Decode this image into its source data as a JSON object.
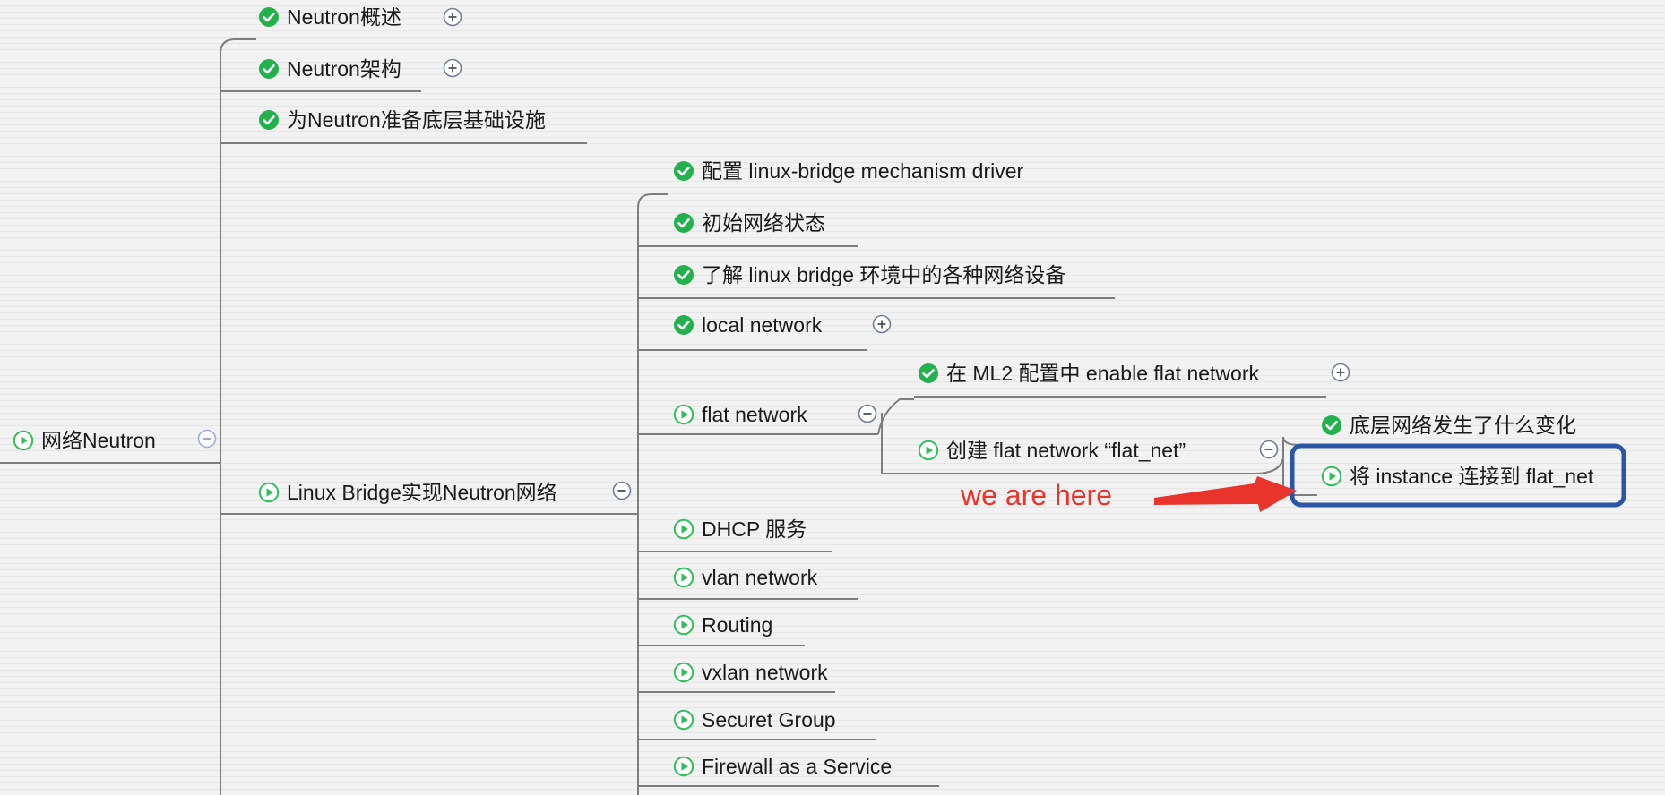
{
  "map": {
    "root": {
      "label": "网络Neutron",
      "icon": "play-circle-icon",
      "collapse": "collapse-icon"
    },
    "level1": [
      {
        "label": "Neutron概述",
        "icon": "check-circle-icon",
        "toggle": "expand-icon"
      },
      {
        "label": "Neutron架构",
        "icon": "check-circle-icon",
        "toggle": "expand-icon"
      },
      {
        "label": "为Neutron准备底层基础设施",
        "icon": "check-circle-icon"
      },
      {
        "label": "Linux Bridge实现Neutron网络",
        "icon": "play-circle-icon",
        "toggle": "collapse-icon"
      }
    ],
    "level2": [
      {
        "label": "配置 linux-bridge mechanism driver",
        "icon": "check-circle-icon"
      },
      {
        "label": "初始网络状态",
        "icon": "check-circle-icon"
      },
      {
        "label": "了解 linux bridge 环境中的各种网络设备",
        "icon": "check-circle-icon"
      },
      {
        "label": "local network",
        "icon": "check-circle-icon",
        "toggle": "expand-icon"
      },
      {
        "label": "flat network",
        "icon": "play-circle-icon",
        "toggle": "collapse-icon"
      },
      {
        "label": "DHCP 服务",
        "icon": "play-circle-icon"
      },
      {
        "label": "vlan network",
        "icon": "play-circle-icon"
      },
      {
        "label": "Routing",
        "icon": "play-circle-icon"
      },
      {
        "label": "vxlan network",
        "icon": "play-circle-icon"
      },
      {
        "label": "Securet Group",
        "icon": "play-circle-icon"
      },
      {
        "label": "Firewall as a Service",
        "icon": "play-circle-icon"
      }
    ],
    "level3": [
      {
        "label": "在 ML2 配置中 enable flat network",
        "icon": "check-circle-icon",
        "toggle": "expand-icon"
      },
      {
        "label": "创建 flat network “flat_net”",
        "icon": "play-circle-icon",
        "toggle": "collapse-icon"
      }
    ],
    "level4": [
      {
        "label": "底层网络发生了什么变化",
        "icon": "check-circle-icon"
      },
      {
        "label": "将 instance 连接到 flat_net",
        "icon": "play-circle-icon",
        "highlighted": true
      }
    ]
  },
  "annotation": {
    "text": "we are here",
    "color": "#e8342a"
  },
  "colors": {
    "check": "#22b14c",
    "play": "#2fbf5a",
    "line": "#7d7d7d",
    "highlight_box": "#2b55a6",
    "arrow": "#e8342a"
  }
}
